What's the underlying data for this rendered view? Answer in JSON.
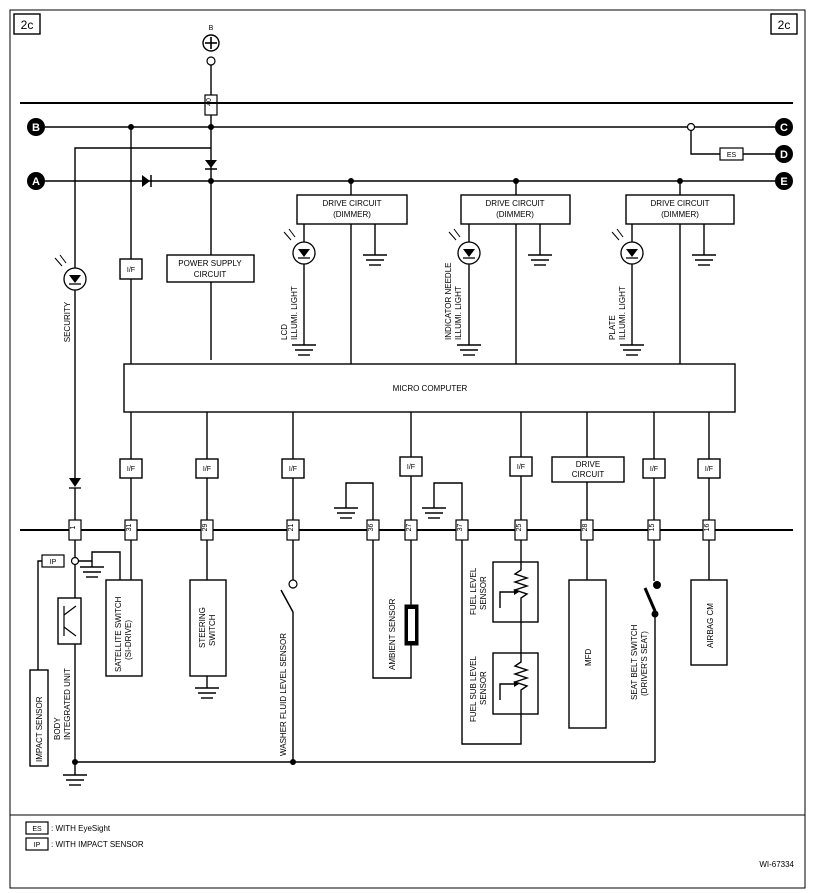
{
  "corner_label": "2c",
  "power_source": "B",
  "fuse_number": "40",
  "terminals": {
    "A": "A",
    "B": "B",
    "C": "C",
    "D": "D",
    "E": "E"
  },
  "es_tag": "ES",
  "ip_tag": "IP",
  "if_label": "I/F",
  "drive_circuit_line1": "DRIVE CIRCUIT",
  "drive_circuit_line2": "(DIMMER)",
  "power_supply_line1": "POWER SUPPLY",
  "power_supply_line2": "CIRCUIT",
  "micro_computer": "MICRO COMPUTER",
  "security": "SECURITY",
  "lcd_line1": "LCD",
  "lcd_line2": "ILLUMI. LIGHT",
  "needle_line1": "INDICATOR NEEDLE",
  "needle_line2": "ILLUMI. LIGHT",
  "plate_line1": "PLATE",
  "plate_line2": "ILLUMI. LIGHT",
  "drive_line1": "DRIVE",
  "drive_line2": "CIRCUIT",
  "pins": [
    "1",
    "31",
    "29",
    "21",
    "36",
    "27",
    "37",
    "25",
    "28",
    "15",
    "16"
  ],
  "components": {
    "impact_sensor": "IMPACT SENSOR",
    "body_line1": "BODY",
    "body_line2": "INTEGRATED UNIT",
    "satellite_line1": "SATELLITE SWITCH",
    "satellite_line2": "(SI-DRIVE)",
    "steering_line1": "STEERING",
    "steering_line2": "SWITCH",
    "washer": "WASHER FLUID LEVEL SENSOR",
    "ambient": "AMBIENT SENSOR",
    "fuel_line1": "FUEL LEVEL",
    "fuel_line2": "SENSOR",
    "fuel_sub_line1": "FUEL SUB LEVEL",
    "fuel_sub_line2": "SENSOR",
    "mfd": "MFD",
    "seat_line1": "SEAT BELT SWITCH",
    "seat_line2": "(DRIVER'S SEAT)",
    "airbag": "AIRBAG CM"
  },
  "legend": {
    "es_tag": "ES",
    "es_text": ": WITH EyeSight",
    "ip_tag": "IP",
    "ip_text": ": WITH IMPACT SENSOR"
  },
  "figure_id": "WI-67334"
}
